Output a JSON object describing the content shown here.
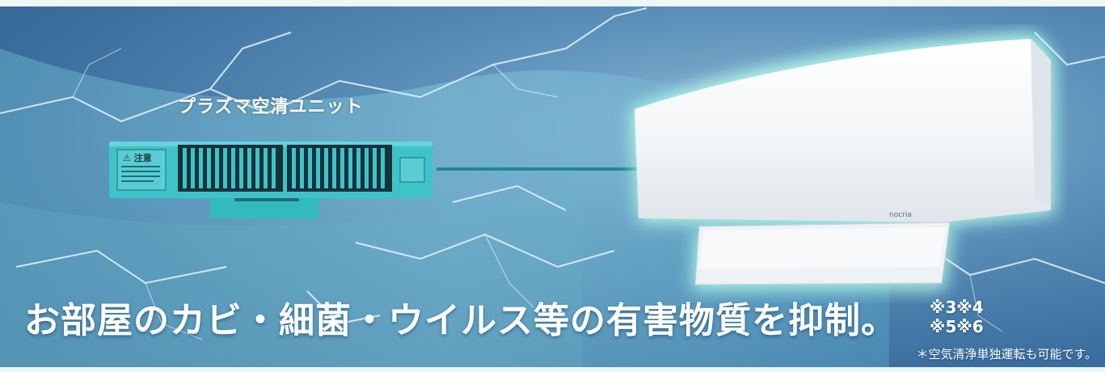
{
  "unit_label": "プラズマ空清ユニット",
  "headline": "お部屋のカビ・細菌・ウイルス等の有害物質を抑制。",
  "notes": [
    "※3※4",
    "※5※6"
  ],
  "footnote": "＊空気清浄単独運転も可能です。",
  "plasma_unit": {
    "caution_label": "注意"
  },
  "aircon_brand": "nocria",
  "colors": {
    "unit_teal": "#3ec3c9",
    "connector": "#1d8b91",
    "aircon_glow": "#b9ffea",
    "sky": "#3b6f9f"
  }
}
